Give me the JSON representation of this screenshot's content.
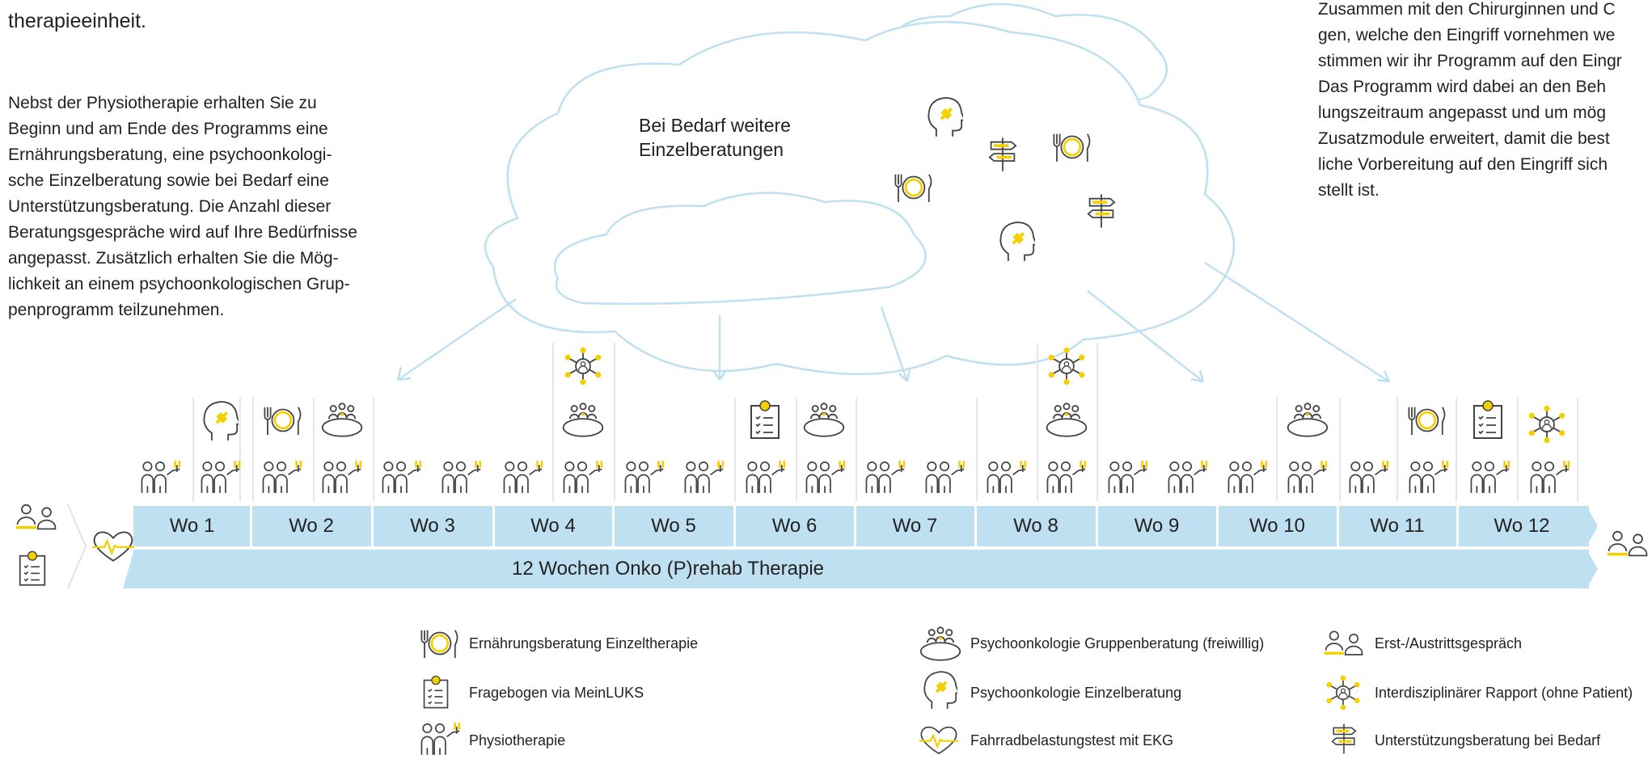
{
  "intro_tail": "therapieeinheit.",
  "left_paragraph": [
    "Nebst der Physiotherapie erhalten Sie zu",
    "Beginn und am Ende des Programms eine",
    "Ernährungsberatung, eine psychoonkologi-",
    "sche Einzelberatung sowie bei Bedarf eine",
    "Unterstützungsberatung. Die Anzahl dieser",
    "Beratungsgespräche wird auf Ihre Bedürfnisse",
    "angepasst. Zusätzlich erhalten Sie die Mög-",
    "lichkeit an einem psychoonkologischen Grup-",
    "penprogramm teilzunehmen."
  ],
  "right_paragraph": [
    "Zusammen mit den Chirurginnen und C",
    "gen, welche den Eingriff vornehmen we",
    "stimmen wir ihr Programm auf den Eingr",
    "Das Programm wird dabei an den Beh",
    "lungszeitraum angepasst und um mög",
    "Zusatzmodule erweitert, damit die best",
    "liche Vorbereitung auf den Eingriff sich",
    "stellt ist."
  ],
  "cloud_label": [
    "Bei Bedarf weitere",
    "Einzelberatungen"
  ],
  "weeks": [
    "Wo 1",
    "Wo 2",
    "Wo 3",
    "Wo 4",
    "Wo 5",
    "Wo 6",
    "Wo 7",
    "Wo 8",
    "Wo 9",
    "Wo 10",
    "Wo 11",
    "Wo 12"
  ],
  "therapy_label": "12 Wochen Onko (P)rehab Therapie",
  "legend": {
    "nutrition": "Ernährungsberatung Einzeltherapie",
    "questionnaire": "Fragebogen via MeinLUKS",
    "physio": "Physiotherapie",
    "group": "Psychoonkologie Gruppenberatung (freiwillig)",
    "psych_individual": "Psychoonkologie Einzelberatung",
    "bike_test": "Fahrradbelastungstest mit EKG",
    "entry_exit": "Erst-/Austrittsgespräch",
    "rapport": "Interdisziplinärer Rapport (ohne Patient)",
    "support": "Unterstützungsberatung bei Bedarf"
  },
  "colors": {
    "band": "#bfe0f0",
    "accent": "#f5d000",
    "cloud": "#bfe0f0",
    "icon": "#444444"
  }
}
